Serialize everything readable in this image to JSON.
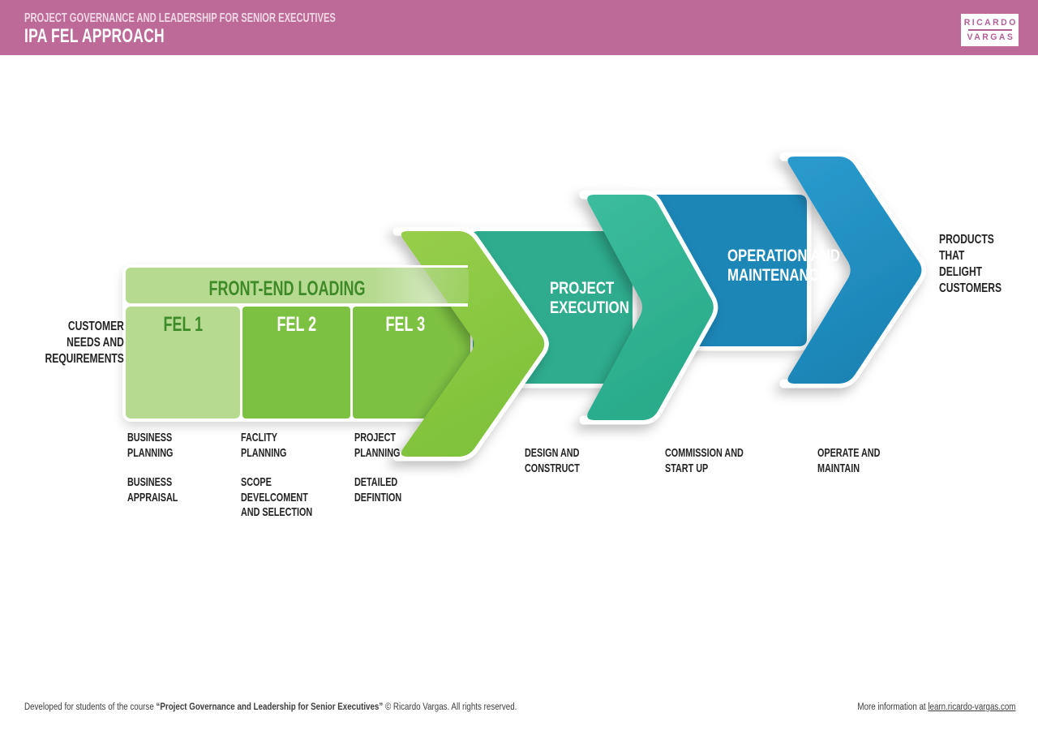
{
  "colors": {
    "header_bg": "#bd6a99",
    "logo_text": "#b25f97",
    "green_light": "#b6da90",
    "green_mid": "#7dc142",
    "green_head": "#8bc63f",
    "green_dark_text": "#3e8a28",
    "teal_body": "#2dac8d",
    "teal_head": "#32b795",
    "blue_body": "#1e86b7",
    "blue_head": "#2193c6",
    "text_dark": "#232323"
  },
  "header": {
    "course": "PROJECT GOVERNANCE AND LEADERSHIP FOR SENIOR EXECUTIVES",
    "title": "IPA FEL APPROACH",
    "logo": {
      "line1": "RICARDO",
      "line2": "VARGAS"
    }
  },
  "flow": {
    "input_label": "CUSTOMER\nNEEDS AND\nREQUIREMENTS",
    "output_label": "PRODUCTS\nTHAT\nDELIGHT\nCUSTOMERS",
    "fel": {
      "banner": "FRONT-END LOADING",
      "phases": [
        {
          "label": "FEL 1",
          "activity_top": "BUSINESS\nPLANNING",
          "activity_bottom": "BUSINESS\nAPPRAISAL"
        },
        {
          "label": "FEL 2",
          "activity_top": "FACLITY\nPLANNING",
          "activity_bottom": "SCOPE\nDEVELCOMENT\nAND SELECTION"
        },
        {
          "label": "FEL 3",
          "activity_top": "PROJECT\nPLANNING",
          "activity_bottom": "DETAILED\nDEFINTION"
        }
      ]
    },
    "stages": [
      {
        "label": "PROJECT\nEXECUTION",
        "activities": [
          "DESIGN AND\nCONSTRUCT",
          "COMMISSION AND\nSTART UP"
        ]
      },
      {
        "label": "OPERATION AND\nMAINTENANCE",
        "activities": [
          "OPERATE AND\nMAINTAIN"
        ]
      }
    ]
  },
  "footer": {
    "credit_prefix": "Developed for students of the course ",
    "credit_course": "“Project Governance and Leadership for Senior Executives”",
    "credit_suffix": " © Ricardo Vargas. All rights reserved.",
    "info_prefix": "More information at ",
    "info_link": "learn.ricardo-vargas.com"
  }
}
